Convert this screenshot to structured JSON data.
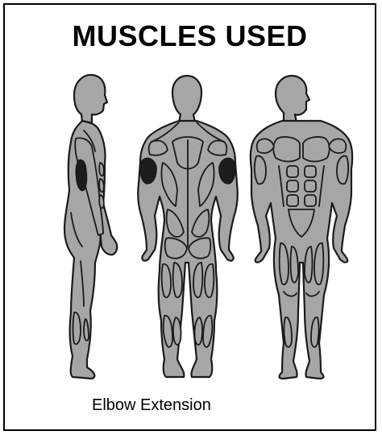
{
  "title": "MUSCLES USED",
  "caption": "Elbow Extension",
  "highlighted_muscle": "triceps",
  "colors": {
    "body_fill": "#a6a6a6",
    "outline": "#1a1a1a",
    "highlight": "#1c1c1c",
    "background": "#ffffff",
    "border": "#000000"
  }
}
